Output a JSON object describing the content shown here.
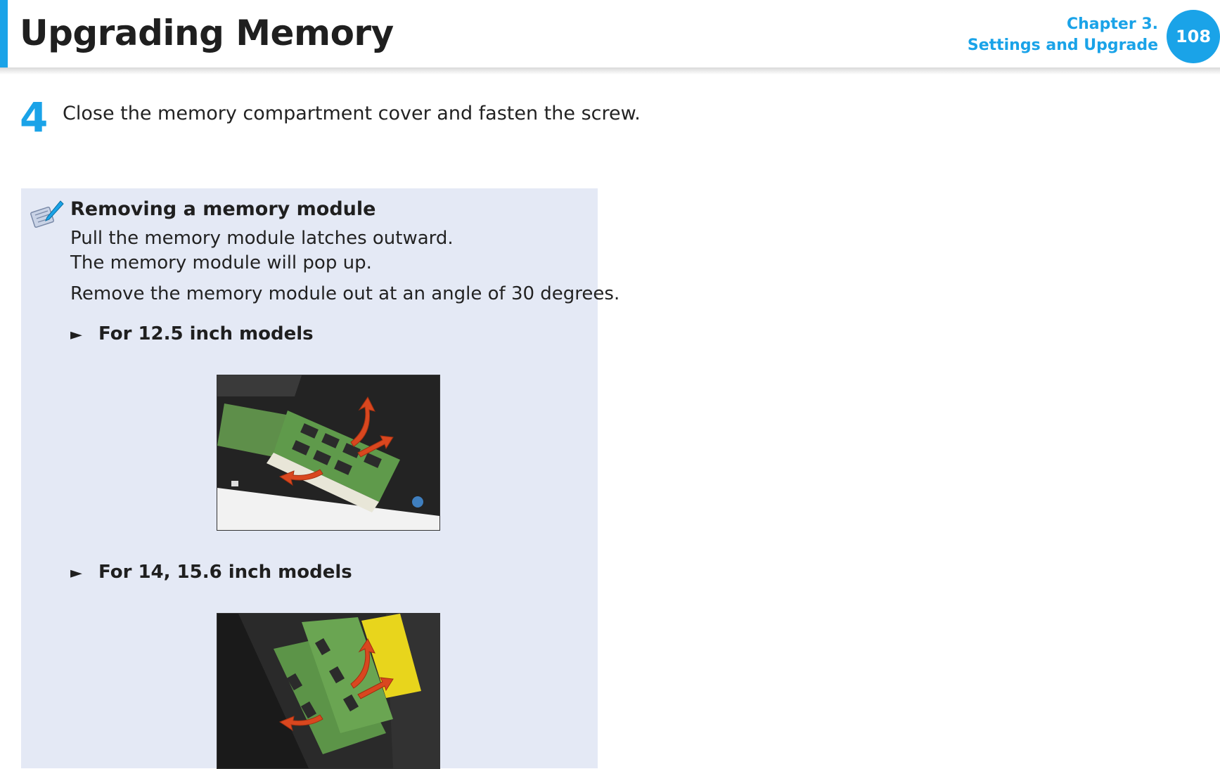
{
  "header": {
    "title": "Upgrading Memory",
    "chapter_line1": "Chapter 3.",
    "chapter_line2": "Settings and Upgrade",
    "page_number": "108",
    "accent_color": "#1aa3e8"
  },
  "step": {
    "number": "4",
    "text": "Close the memory compartment cover and fasten the screw."
  },
  "note": {
    "icon": "note-pencil-icon",
    "title": "Removing a memory module",
    "lines": [
      "Pull the memory module latches outward.",
      "The memory module will pop up.",
      "Remove the memory module out at an angle of 30 degrees."
    ],
    "models": [
      {
        "bullet": "►",
        "label": "For 12.5 inch models"
      },
      {
        "bullet": "►",
        "label": "For 14, 15.6 inch models"
      }
    ]
  }
}
